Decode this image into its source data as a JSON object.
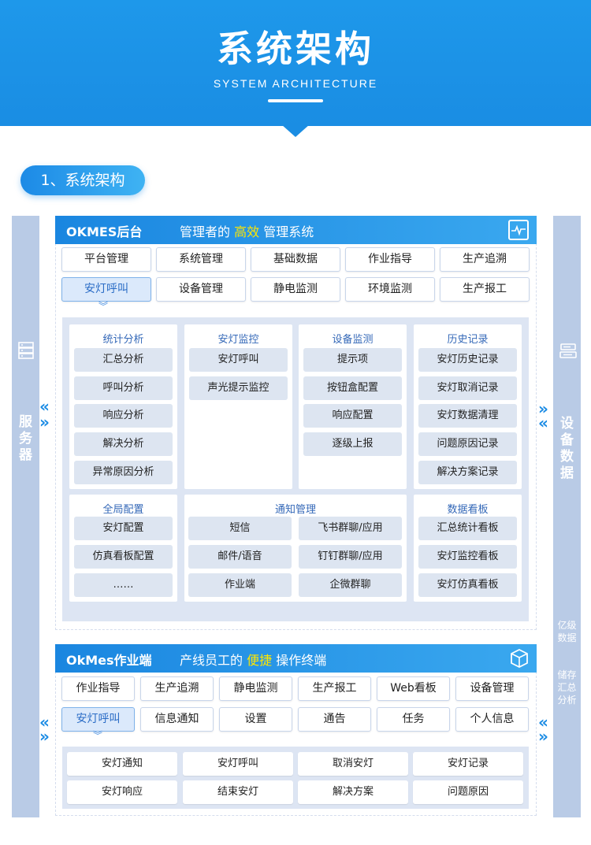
{
  "header": {
    "title": "系统架构",
    "subtitle": "SYSTEM ARCHITECTURE"
  },
  "section_pill": "1、系统架构",
  "left_bar": {
    "label": [
      "服",
      "务",
      "器"
    ]
  },
  "right_bar": {
    "label": [
      "设",
      "备",
      "数",
      "据"
    ],
    "note1": [
      "亿级",
      "数据"
    ],
    "note2": [
      "储存",
      "汇总",
      "分析"
    ]
  },
  "backend": {
    "title": "OKMES后台",
    "desc_pre": "管理者的",
    "desc_hl": "高效",
    "desc_post": "管理系统",
    "modules_row1": [
      "平台管理",
      "系统管理",
      "基础数据",
      "作业指导",
      "生产追溯"
    ],
    "modules_row2": [
      "安灯呼叫",
      "设备管理",
      "静电监测",
      "环境监测",
      "生产报工"
    ],
    "cards": {
      "stats": {
        "title": "统计分析",
        "items": [
          "汇总分析",
          "呼叫分析",
          "响应分析",
          "解决分析",
          "异常原因分析"
        ]
      },
      "andon": {
        "title": "安灯监控",
        "items": [
          "安灯呼叫",
          "声光提示监控"
        ]
      },
      "device": {
        "title": "设备监测",
        "items": [
          "提示项",
          "按钮盒配置",
          "响应配置",
          "逐级上报"
        ]
      },
      "history": {
        "title": "历史记录",
        "items": [
          "安灯历史记录",
          "安灯取消记录",
          "安灯数据清理",
          "问题原因记录",
          "解决方案记录"
        ]
      },
      "global": {
        "title": "全局配置",
        "items": [
          "安灯配置",
          "仿真看板配置",
          "……"
        ]
      },
      "notify": {
        "title": "通知管理",
        "items": [
          "短信",
          "飞书群聊/应用",
          "邮件/语音",
          "钉钉群聊/应用",
          "作业端",
          "企微群聊"
        ]
      },
      "board": {
        "title": "数据看板",
        "items": [
          "汇总统计看板",
          "安灯监控看板",
          "安灯仿真看板"
        ]
      }
    }
  },
  "worker": {
    "title": "OkMes作业端",
    "desc_pre": "产线员工的",
    "desc_hl": "便捷",
    "desc_post": "操作终端",
    "modules_row1": [
      "作业指导",
      "生产追溯",
      "静电监测",
      "生产报工",
      "Web看板",
      "设备管理"
    ],
    "modules_row2": [
      "安灯呼叫",
      "信息通知",
      "设置",
      "通告",
      "任务",
      "个人信息"
    ],
    "sub_row1": [
      "安灯通知",
      "安灯呼叫",
      "取消安灯",
      "安灯记录"
    ],
    "sub_row2": [
      "安灯响应",
      "结束安灯",
      "解决方案",
      "问题原因"
    ]
  },
  "colors": {
    "primary": "#1a8de3",
    "highlight": "#ffe600",
    "side_bar": "#b9cbe6",
    "panel": "#dde5f3"
  },
  "icons": [
    "server-icon",
    "monitor-icon",
    "device-icon",
    "cube-icon",
    "double-chevron-icon"
  ]
}
